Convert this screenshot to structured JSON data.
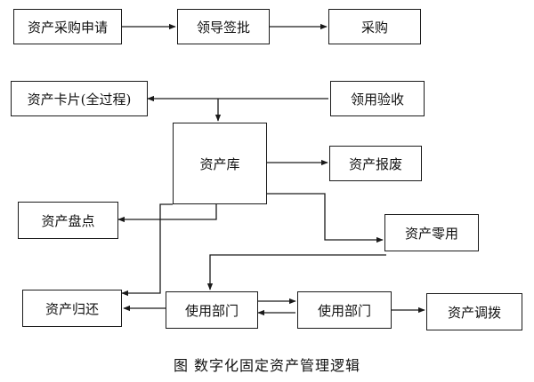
{
  "nodes": {
    "apply": "资产采购申请",
    "approve": "领导签批",
    "purchase": "采购",
    "card": "资产卡片(全过程)",
    "accept": "领用验收",
    "warehouse": "资产库",
    "scrap": "资产报废",
    "inventory": "资产盘点",
    "zero_use": "资产零用",
    "dept_a": "使用部门",
    "dept_b": "使用部门",
    "return": "资产归还",
    "transfer": "资产调拨"
  },
  "caption": "图 数字化固定资产管理逻辑"
}
